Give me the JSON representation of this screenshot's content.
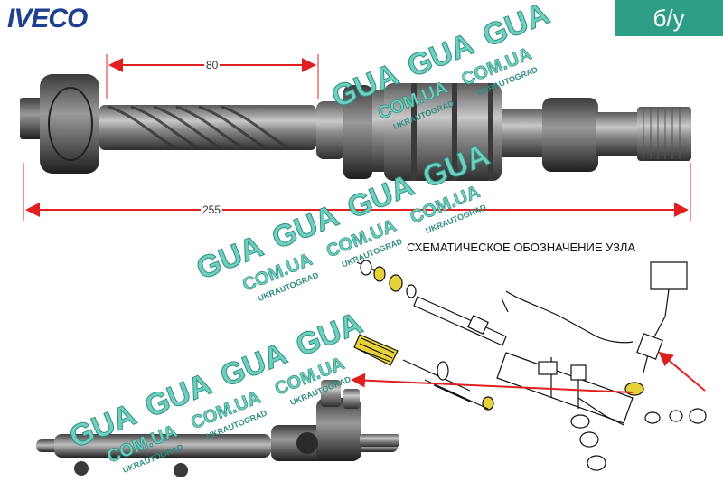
{
  "header": {
    "brand": "IVECO",
    "condition_badge": "б/у"
  },
  "dimensions": {
    "upper": "80",
    "overall": "255"
  },
  "schematic": {
    "title": "СХЕМАТИЧЕСКОЕ ОБОЗНАЧЕНИЕ УЗЛА"
  },
  "watermark": {
    "word": "GUA",
    "domain": "COM.UA",
    "tag": "UKRAUTOGRAD"
  },
  "colors": {
    "brand": "#1f3f8f",
    "badge": "#2e9e86",
    "watermark": "#6fd0c0",
    "dimension_line": "#e02020",
    "highlight": "#e8d23a"
  }
}
